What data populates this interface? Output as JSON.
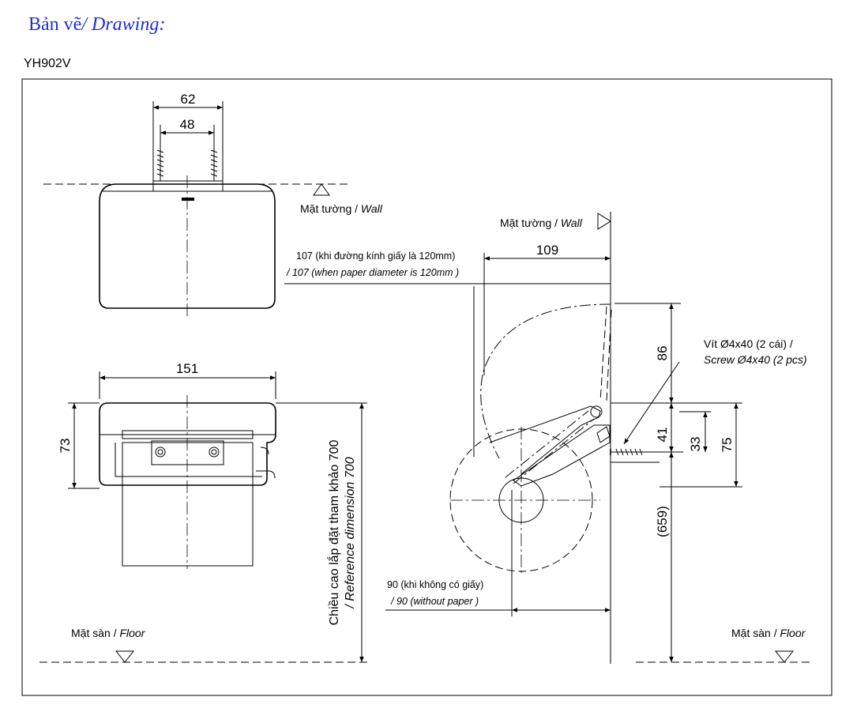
{
  "heading": {
    "vn": "Bản vẽ",
    "en": "/ Drawing:"
  },
  "model": "YH902V",
  "labels": {
    "wall_top": "Mặt tường / ",
    "wall_top_en": "Wall",
    "wall_side": "Mặt tường / ",
    "wall_side_en": "Wall",
    "floor_left": "Mặt sàn / ",
    "floor_left_en": "Floor",
    "floor_right": "Mặt sàn / ",
    "floor_right_en": "Floor",
    "paper107_vn": "107 (khi đường kính giấy là 120mm)",
    "paper107_en": "/ 107 (when  paper diameter is 120mm )",
    "paper90_vn": "90 (khi không có giấy)",
    "paper90_en": "/ 90 (without paper )",
    "screw_vn": "Vít Ø4x40 (2 cái) /",
    "screw_en": "Screw Ø4x40 (2 pcs)",
    "height_vn": "Chiều cao lắp đặt tham khảo 700",
    "height_en": "/ Reference dimension 700"
  },
  "dimensions": {
    "d62": "62",
    "d48": "48",
    "d151": "151",
    "d73": "73",
    "d109": "109",
    "d86": "86",
    "d41": "41",
    "d33": "33",
    "d75": "75",
    "d659": "(659)"
  }
}
